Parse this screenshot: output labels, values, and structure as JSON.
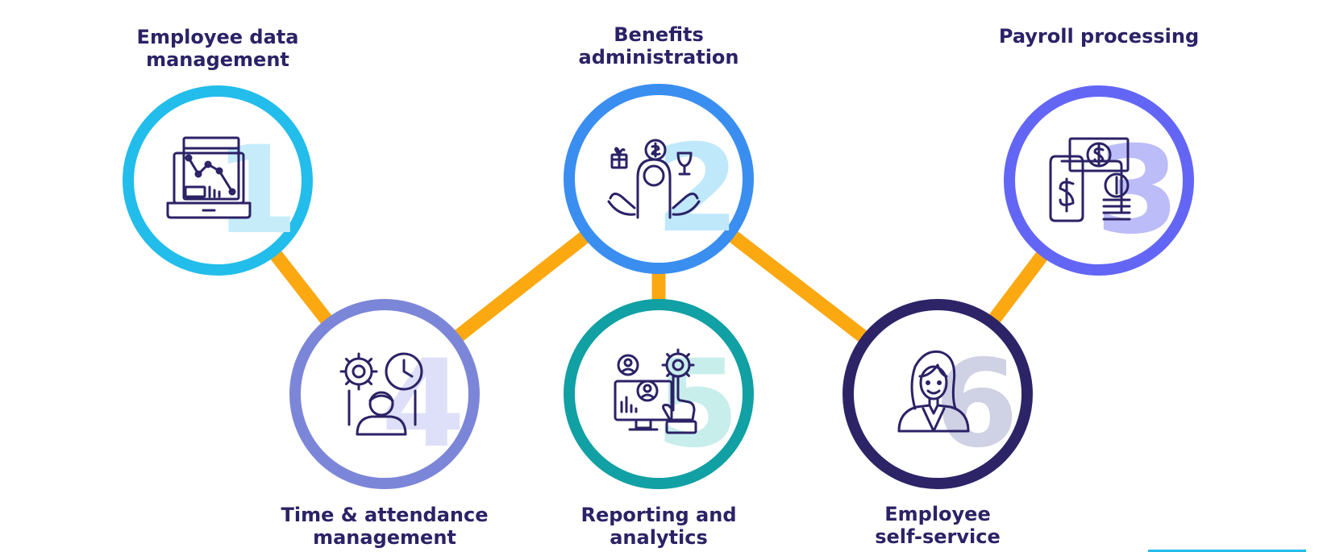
{
  "diagram": {
    "steps": [
      {
        "number": "1",
        "label_lines": [
          "Employee data",
          "management"
        ],
        "ring_color": "#22bdea",
        "number_color": "#c6ecf9",
        "icon": "laptop-analytics-icon"
      },
      {
        "number": "2",
        "label_lines": [
          "Benefits",
          "administration"
        ],
        "ring_color": "#3a8ef0",
        "number_color": "#bfe8fb",
        "icon": "benefits-person-icon"
      },
      {
        "number": "3",
        "label_lines": [
          "Payroll processing"
        ],
        "ring_color": "#6366f5",
        "number_color": "#bcbcf9",
        "icon": "payroll-money-icon"
      },
      {
        "number": "4",
        "label_lines": [
          "Time & attendance",
          "management"
        ],
        "ring_color": "#7c86d8",
        "number_color": "#dedff8",
        "icon": "time-attendance-icon"
      },
      {
        "number": "5",
        "label_lines": [
          "Reporting and",
          "analytics"
        ],
        "ring_color": "#11a0a4",
        "number_color": "#c8eeec",
        "icon": "reporting-analytics-icon"
      },
      {
        "number": "6",
        "label_lines": [
          "Employee",
          "self-service"
        ],
        "ring_color": "#2c2467",
        "number_color": "#cfd1e4",
        "icon": "employee-woman-icon"
      }
    ],
    "connector_color": "#fba811",
    "icon_color": "#2b2266"
  }
}
